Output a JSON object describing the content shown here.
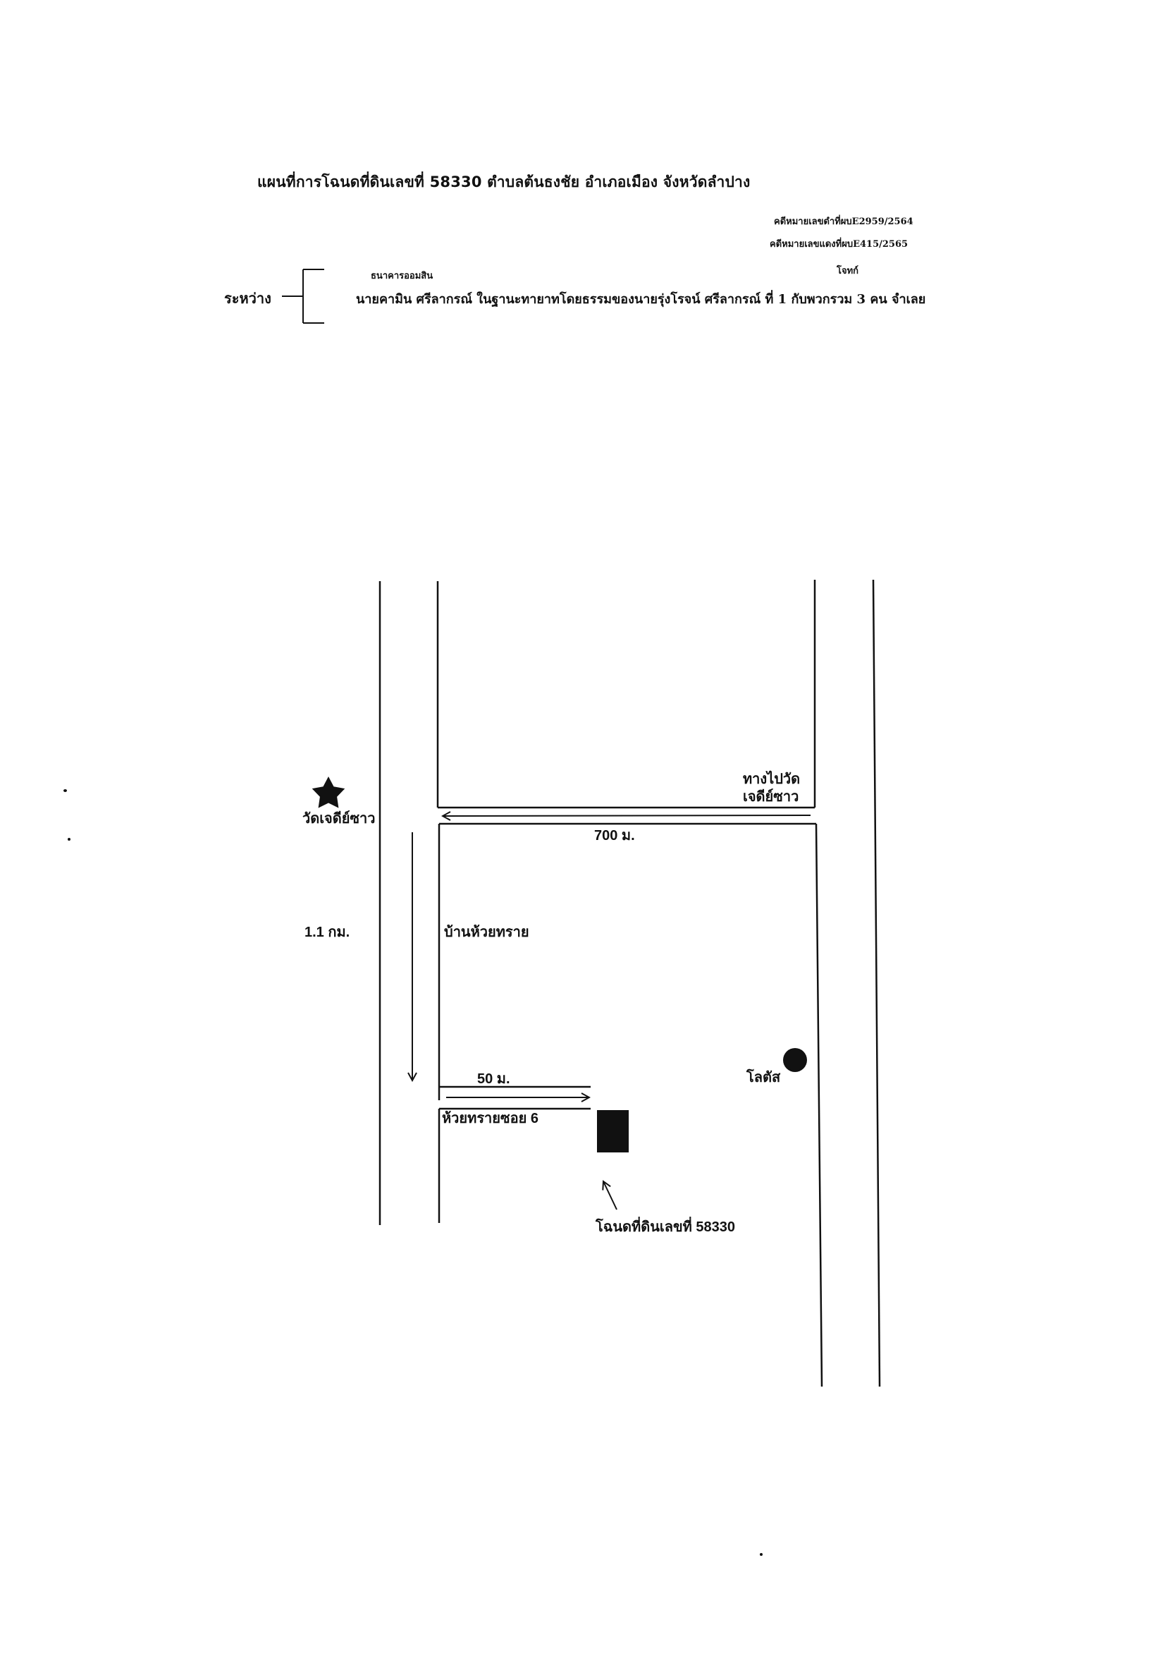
{
  "header": {
    "title": "แผนที่การโฉนดที่ดินเลขที่ 58330  ตำบลต้นธงชัย   อำเภอเมือง จังหวัดลำปาง",
    "case_black": "คดีหมายเลขดำที่ผบE2959/2564",
    "case_red": "คดีหมายเลขแดงที่ผบE415/2565",
    "plaintiff_label": "โจทก์",
    "defendant_label": "ธนาคารออมสิน",
    "between_label": "ระหว่าง",
    "party_text": "นายคามิน  ศรีลากรณ์  ในฐานะทายาทโดยธรรมของนายรุ่งโรจน์  ศรีลากรณ์  ที่ 1 กับพวกรวม 3 คน   จำเลย"
  },
  "map_labels": {
    "temple_name": "วัดเจดีย์ซาว",
    "route_to_temple_line1": "ทางไปวัด",
    "route_to_temple_line2": "เจดีย์ซาว",
    "dist_700": "700  ม.",
    "dist_1_1": "1.1 กม.",
    "village": "บ้านห้วยทราย",
    "dist_50": "50 ม.",
    "soi": "ห้วยทรายซอย 6",
    "lotus": "โลตัส",
    "deed_label": "โฉนดที่ดินเลขที่  58330"
  },
  "icons": {
    "temple": "star-icon",
    "lotus": "filled-circle-icon",
    "deed_plot": "filled-square-icon"
  },
  "colors": {
    "ink": "#111111",
    "paper": "#ffffff"
  }
}
